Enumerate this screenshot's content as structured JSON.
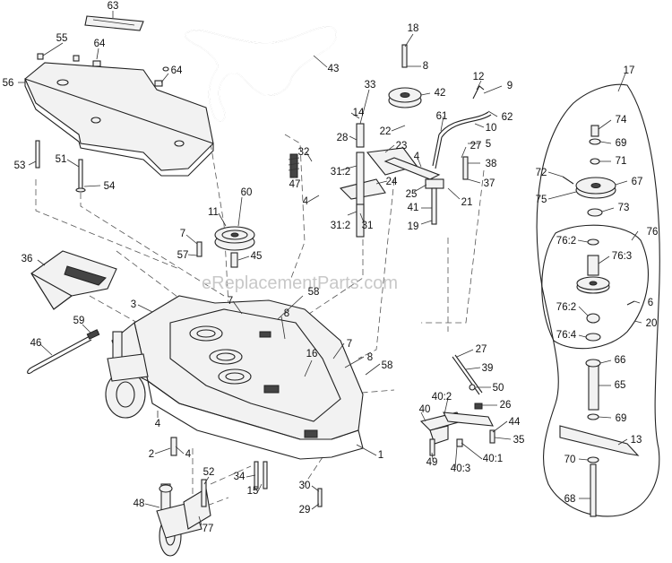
{
  "watermark": "eReplacementParts.com",
  "labels": [
    {
      "id": "63",
      "text": "63"
    },
    {
      "id": "55",
      "text": "55"
    },
    {
      "id": "64a",
      "text": "64"
    },
    {
      "id": "64b",
      "text": "64"
    },
    {
      "id": "56",
      "text": "56"
    },
    {
      "id": "53",
      "text": "53"
    },
    {
      "id": "51",
      "text": "51"
    },
    {
      "id": "54",
      "text": "54"
    },
    {
      "id": "43",
      "text": "43"
    },
    {
      "id": "18",
      "text": "18"
    },
    {
      "id": "8a",
      "text": "8"
    },
    {
      "id": "33",
      "text": "33"
    },
    {
      "id": "42",
      "text": "42"
    },
    {
      "id": "12",
      "text": "12"
    },
    {
      "id": "9",
      "text": "9"
    },
    {
      "id": "62",
      "text": "62"
    },
    {
      "id": "10",
      "text": "10"
    },
    {
      "id": "61",
      "text": "61"
    },
    {
      "id": "14",
      "text": "14"
    },
    {
      "id": "28",
      "text": "28"
    },
    {
      "id": "22",
      "text": "22"
    },
    {
      "id": "23",
      "text": "23"
    },
    {
      "id": "27a",
      "text": "27"
    },
    {
      "id": "5",
      "text": "5"
    },
    {
      "id": "32",
      "text": "32"
    },
    {
      "id": "4a",
      "text": "4"
    },
    {
      "id": "38",
      "text": "38"
    },
    {
      "id": "47",
      "text": "47"
    },
    {
      "id": "312a",
      "text": "31:2"
    },
    {
      "id": "24",
      "text": "24"
    },
    {
      "id": "37",
      "text": "37"
    },
    {
      "id": "4b",
      "text": "4"
    },
    {
      "id": "25",
      "text": "25"
    },
    {
      "id": "21",
      "text": "21"
    },
    {
      "id": "41",
      "text": "41"
    },
    {
      "id": "312b",
      "text": "31:2"
    },
    {
      "id": "31",
      "text": "31"
    },
    {
      "id": "19",
      "text": "19"
    },
    {
      "id": "60",
      "text": "60"
    },
    {
      "id": "11",
      "text": "11"
    },
    {
      "id": "7a",
      "text": "7"
    },
    {
      "id": "57",
      "text": "57"
    },
    {
      "id": "45",
      "text": "45"
    },
    {
      "id": "36",
      "text": "36"
    },
    {
      "id": "58a",
      "text": "58"
    },
    {
      "id": "7b",
      "text": "7"
    },
    {
      "id": "3",
      "text": "3"
    },
    {
      "id": "8b",
      "text": "8"
    },
    {
      "id": "59",
      "text": "59"
    },
    {
      "id": "46",
      "text": "46"
    },
    {
      "id": "7c",
      "text": "7"
    },
    {
      "id": "8c",
      "text": "8"
    },
    {
      "id": "58b",
      "text": "58"
    },
    {
      "id": "16",
      "text": "16"
    },
    {
      "id": "27b",
      "text": "27"
    },
    {
      "id": "39",
      "text": "39"
    },
    {
      "id": "50",
      "text": "50"
    },
    {
      "id": "402",
      "text": "40:2"
    },
    {
      "id": "26",
      "text": "26"
    },
    {
      "id": "40",
      "text": "40"
    },
    {
      "id": "44",
      "text": "44"
    },
    {
      "id": "35",
      "text": "35"
    },
    {
      "id": "1",
      "text": "1"
    },
    {
      "id": "4c",
      "text": "4"
    },
    {
      "id": "2",
      "text": "2"
    },
    {
      "id": "4d",
      "text": "4"
    },
    {
      "id": "49",
      "text": "49"
    },
    {
      "id": "401",
      "text": "40:1"
    },
    {
      "id": "403",
      "text": "40:3"
    },
    {
      "id": "52",
      "text": "52"
    },
    {
      "id": "34",
      "text": "34"
    },
    {
      "id": "15",
      "text": "15"
    },
    {
      "id": "30",
      "text": "30"
    },
    {
      "id": "29",
      "text": "29"
    },
    {
      "id": "48",
      "text": "48"
    },
    {
      "id": "77",
      "text": "77"
    },
    {
      "id": "17",
      "text": "17"
    },
    {
      "id": "74",
      "text": "74"
    },
    {
      "id": "69a",
      "text": "69"
    },
    {
      "id": "71",
      "text": "71"
    },
    {
      "id": "72",
      "text": "72"
    },
    {
      "id": "67",
      "text": "67"
    },
    {
      "id": "75",
      "text": "75"
    },
    {
      "id": "73",
      "text": "73"
    },
    {
      "id": "76",
      "text": "76"
    },
    {
      "id": "762a",
      "text": "76:2"
    },
    {
      "id": "763",
      "text": "76:3"
    },
    {
      "id": "6",
      "text": "6"
    },
    {
      "id": "762b",
      "text": "76:2"
    },
    {
      "id": "20",
      "text": "20"
    },
    {
      "id": "764",
      "text": "76:4"
    },
    {
      "id": "66",
      "text": "66"
    },
    {
      "id": "65",
      "text": "65"
    },
    {
      "id": "69b",
      "text": "69"
    },
    {
      "id": "13",
      "text": "13"
    },
    {
      "id": "70",
      "text": "70"
    },
    {
      "id": "68",
      "text": "68"
    }
  ]
}
